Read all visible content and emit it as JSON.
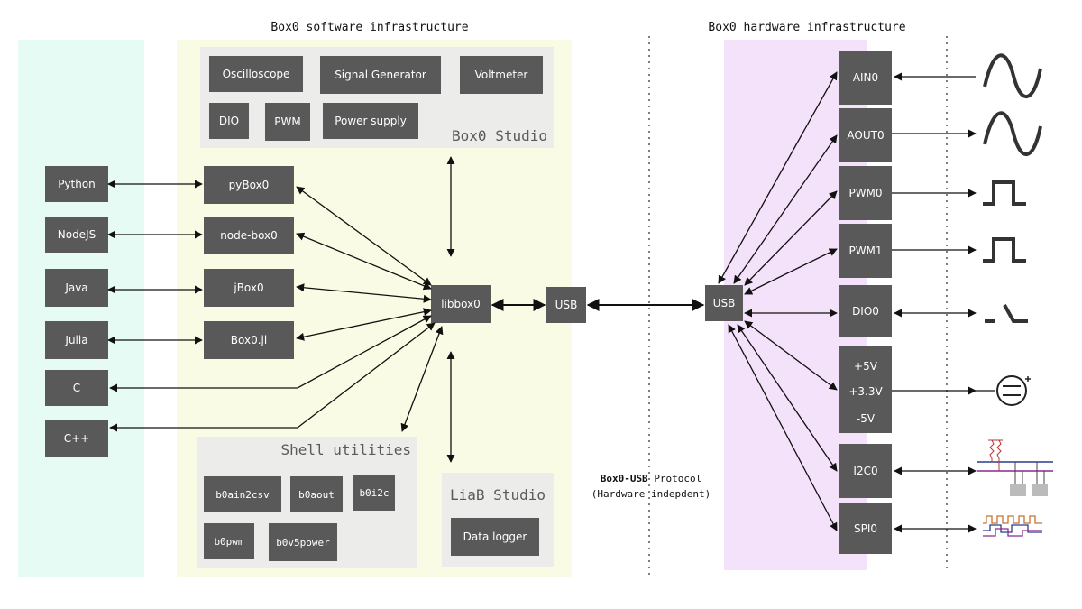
{
  "titles": {
    "software": "Box0 software infrastructure",
    "hardware": "Box0 hardware infrastructure"
  },
  "studio": {
    "title": "Box0 Studio",
    "items": [
      "Oscilloscope",
      "Signal Generator",
      "Voltmeter",
      "DIO",
      "PWM",
      "Power supply"
    ]
  },
  "languages": [
    "Python",
    "NodeJS",
    "Java",
    "Julia",
    "C",
    "C++"
  ],
  "bindings": [
    "pyBox0",
    "node-box0",
    "jBox0",
    "Box0.jl"
  ],
  "lib": "libbox0",
  "usb_host": "USB",
  "usb_device": "USB",
  "shell": {
    "title": "Shell utilities",
    "items": [
      "b0ain2csv",
      "b0aout",
      "b0i2c",
      "b0pwm",
      "b0v5power"
    ]
  },
  "liab": {
    "title": "LiaB Studio",
    "item": "Data logger"
  },
  "protocol": {
    "name": "Box0-USB",
    "word": "Protocol",
    "note": "(Hardware indepdent)"
  },
  "modules": [
    "AIN0",
    "AOUT0",
    "PWM0",
    "PWM1",
    "DIO0",
    "I2C0",
    "SPI0"
  ],
  "power_lines": [
    "+5V",
    "+3.3V",
    "-5V"
  ],
  "signal_icons": [
    "sine-wave-icon",
    "sine-wave-icon",
    "square-pulse-icon",
    "square-pulse-icon",
    "digital-edge-icon",
    "power-supply-icon",
    "i2c-bus-icon",
    "spi-waveform-icon"
  ],
  "colors": {
    "box": "#59595a",
    "lang_region": "#e6fbf4",
    "software_region": "#fafbe4",
    "panel": "#ececea",
    "hardware_region": "#f4e2fb"
  }
}
